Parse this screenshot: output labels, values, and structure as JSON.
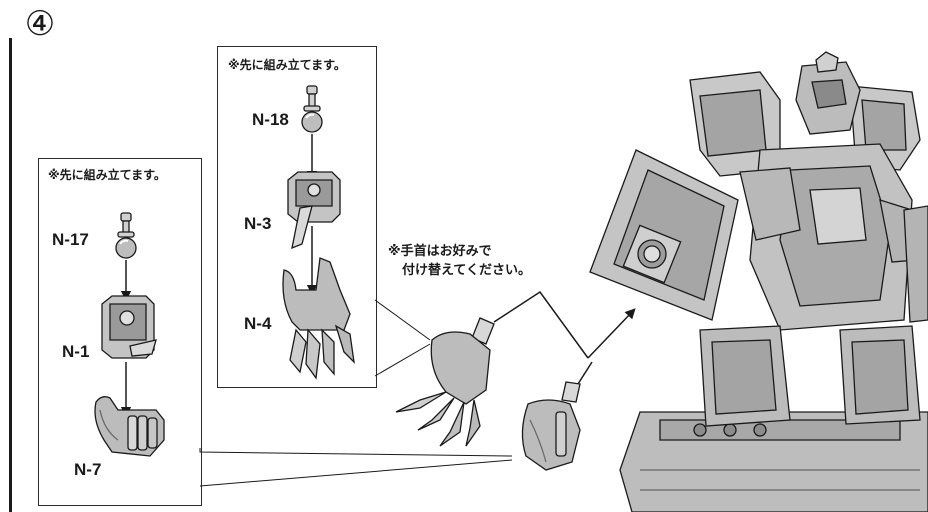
{
  "step": {
    "number": "④"
  },
  "box_left": {
    "note": "※先に組み立てます。",
    "parts": [
      "N-17",
      "N-1",
      "N-7"
    ]
  },
  "box_right": {
    "note": "※先に組み立てます。",
    "parts": [
      "N-18",
      "N-3",
      "N-4"
    ]
  },
  "hand_note": {
    "line1": "※手首はお好みで",
    "line2": "付け替えてください。"
  },
  "colors": {
    "line": "#1a1a1a",
    "part_fill": "#c8c8c8",
    "part_shade": "#8a8a8a",
    "background": "#ffffff"
  }
}
